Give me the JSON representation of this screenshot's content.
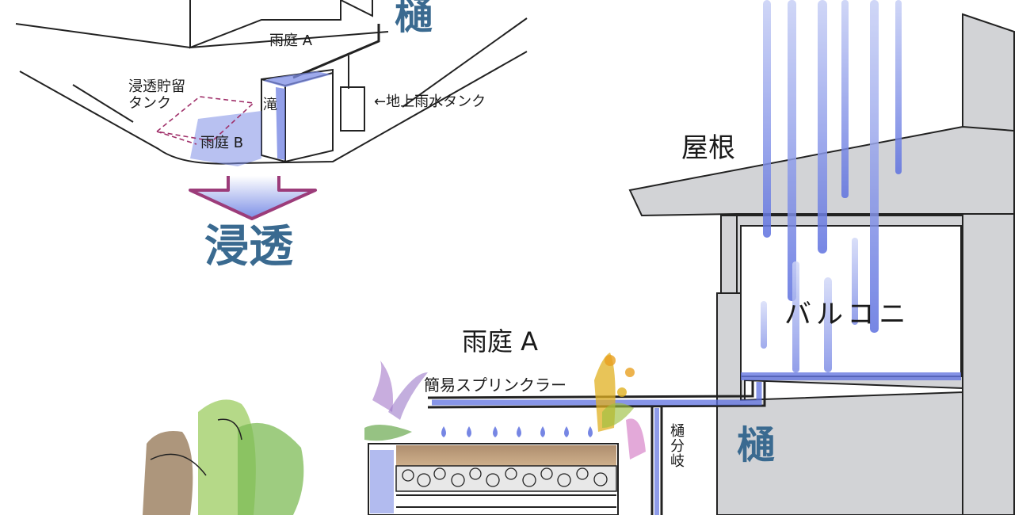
{
  "labels": {
    "toi_top": "樋",
    "amaniwa_a_small": "雨庭 A",
    "shinto_tank": "浸透貯留\nタンク",
    "taki": "滝",
    "amaniwa_b": "雨庭 B",
    "chijo_tank": "←地上雨水タンク",
    "shinto": "浸透",
    "yane": "屋根",
    "balcony": "バルコニ",
    "amaniwa_a_large": "雨庭 A",
    "sprinkler": "簡易スプリンクラー",
    "toi_bunki": "樋\n分\n岐",
    "toi_right": "樋"
  },
  "colors": {
    "water": "#5a6ee0",
    "water_light": "#9fb0f0",
    "building_gray": "#d2d3d6",
    "arrow_magenta": "#9c3c7a",
    "label_blue": "#3a6a90",
    "dashed_magenta": "#a0306a",
    "plant_green": "#6aa84f",
    "plant_purple": "#b08ad0",
    "flower_yellow": "#e0b020"
  }
}
